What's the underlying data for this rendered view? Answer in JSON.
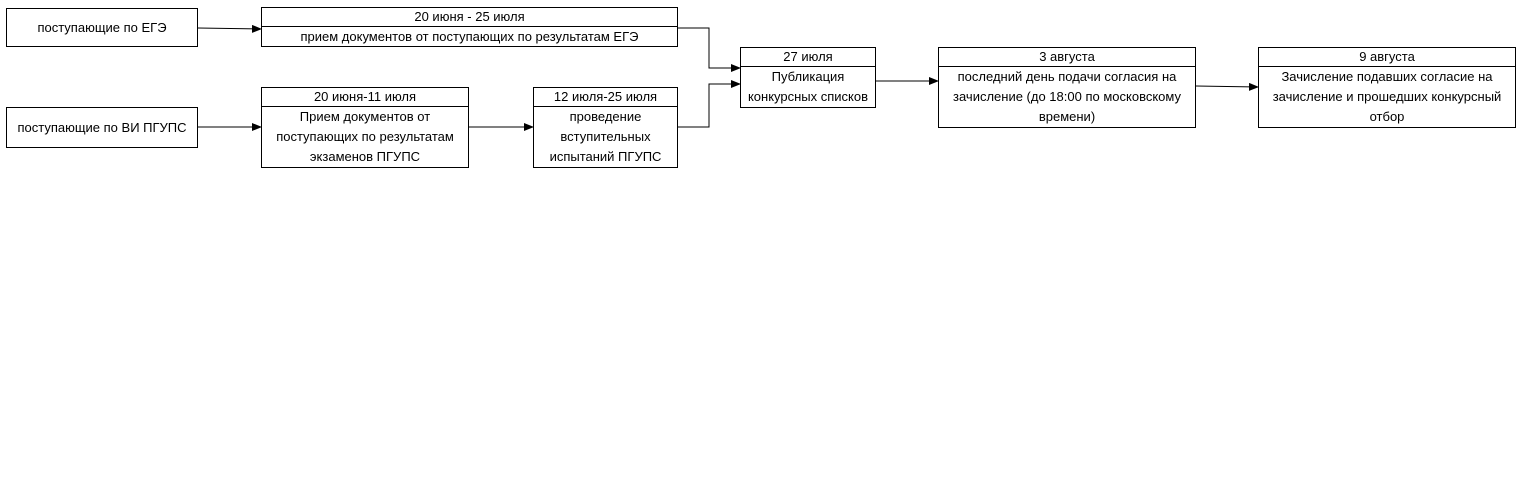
{
  "start_nodes": {
    "ege": "поступающие по ЕГЭ",
    "vi": "поступающие по ВИ ПГУПС"
  },
  "steps": {
    "ege_docs": {
      "date": "20 июня - 25 июля",
      "text": "прием документов от поступающих по результатам ЕГЭ"
    },
    "vi_docs": {
      "date": "20 июня-11 июля",
      "text": "Прием документов от поступающих по результатам экзаменов ПГУПС"
    },
    "vi_exams": {
      "date": "12 июля-25 июля",
      "text": "проведение вступительных испытаний ПГУПС"
    },
    "publication": {
      "date": "27 июля",
      "text": "Публикация конкурсных списков"
    },
    "consent": {
      "date": "3 августа",
      "text": "последний день подачи согласия на зачисление (до 18:00 по московскому времени)"
    },
    "enrollment": {
      "date": "9 августа",
      "text": "Зачисление подавших согласие на зачисление и прошедших конкурсный отбор"
    }
  }
}
